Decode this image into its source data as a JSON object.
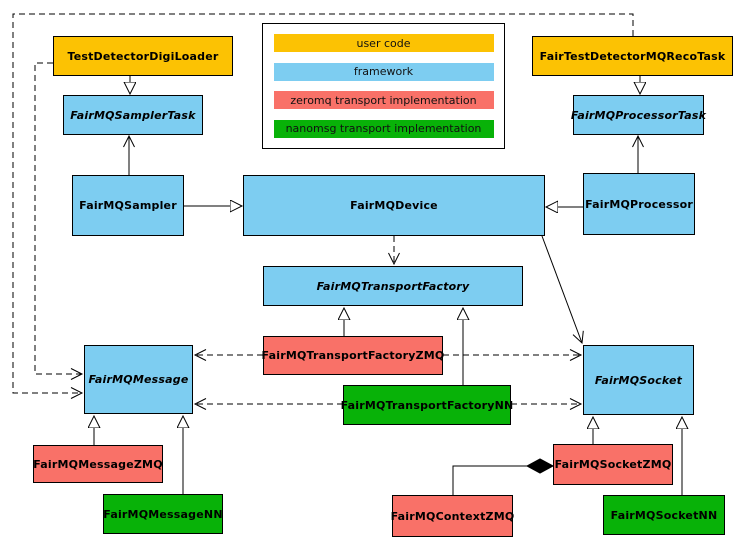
{
  "diagram": {
    "title": "FairMQ class diagram",
    "colors": {
      "user_code": "#fcc203",
      "framework": "#7dcdf1",
      "zeromq": "#f97168",
      "nanomsg": "#08b208",
      "border": "#000000",
      "background": "#ffffff"
    },
    "legend": {
      "items": [
        {
          "label": "user code",
          "color": "#fcc203"
        },
        {
          "label": "framework",
          "color": "#7dcdf1"
        },
        {
          "label": "zeromq transport implementation",
          "color": "#f97168"
        },
        {
          "label": "nanomsg transport implementation",
          "color": "#08b208"
        }
      ]
    },
    "nodes": {
      "digiloader": {
        "label": "TestDetectorDigiLoader",
        "category": "user code",
        "abstract": false
      },
      "recotask": {
        "label": "FairTestDetectorMQRecoTask",
        "category": "user code",
        "abstract": false
      },
      "samplertask": {
        "label": "FairMQSamplerTask",
        "category": "framework",
        "abstract": true
      },
      "processortask": {
        "label": "FairMQProcessorTask",
        "category": "framework",
        "abstract": true
      },
      "sampler": {
        "label": "FairMQSampler",
        "category": "framework",
        "abstract": false
      },
      "device": {
        "label": "FairMQDevice",
        "category": "framework",
        "abstract": false
      },
      "processor": {
        "label": "FairMQProcessor",
        "category": "framework",
        "abstract": false
      },
      "factory": {
        "label": "FairMQTransportFactory",
        "category": "framework",
        "abstract": true
      },
      "factoryzmq": {
        "label": "FairMQTransportFactoryZMQ",
        "category": "zeromq transport implementation",
        "abstract": false
      },
      "factorynn": {
        "label": "FairMQTransportFactoryNN",
        "category": "nanomsg transport implementation",
        "abstract": false
      },
      "message": {
        "label": "FairMQMessage",
        "category": "framework",
        "abstract": true
      },
      "socket": {
        "label": "FairMQSocket",
        "category": "framework",
        "abstract": true
      },
      "messagezmq": {
        "label": "FairMQMessageZMQ",
        "category": "zeromq transport implementation",
        "abstract": false
      },
      "messagenn": {
        "label": "FairMQMessageNN",
        "category": "nanomsg transport implementation",
        "abstract": false
      },
      "contextzmq": {
        "label": "FairMQContextZMQ",
        "category": "zeromq transport implementation",
        "abstract": false
      },
      "socketzmq": {
        "label": "FairMQSocketZMQ",
        "category": "zeromq transport implementation",
        "abstract": false
      },
      "socketnn": {
        "label": "FairMQSocketNN",
        "category": "nanomsg transport implementation",
        "abstract": false
      }
    },
    "edges": [
      {
        "from": "TestDetectorDigiLoader",
        "to": "FairMQSamplerTask",
        "style": "solid",
        "head": "hollow-triangle"
      },
      {
        "from": "FairTestDetectorMQRecoTask",
        "to": "FairMQProcessorTask",
        "style": "solid",
        "head": "hollow-triangle"
      },
      {
        "from": "FairMQSampler",
        "to": "FairMQSamplerTask",
        "style": "solid",
        "head": "open-vee"
      },
      {
        "from": "FairMQProcessor",
        "to": "FairMQProcessorTask",
        "style": "solid",
        "head": "open-vee"
      },
      {
        "from": "FairMQSampler",
        "to": "FairMQDevice",
        "style": "solid",
        "head": "hollow-triangle"
      },
      {
        "from": "FairMQProcessor",
        "to": "FairMQDevice",
        "style": "solid",
        "head": "hollow-triangle"
      },
      {
        "from": "FairMQDevice",
        "to": "FairMQTransportFactory",
        "style": "dashed",
        "head": "open-vee"
      },
      {
        "from": "FairMQDevice",
        "to": "FairMQSocket",
        "style": "solid",
        "head": "open-vee"
      },
      {
        "from": "FairMQTransportFactoryZMQ",
        "to": "FairMQTransportFactory",
        "style": "solid",
        "head": "hollow-triangle"
      },
      {
        "from": "FairMQTransportFactoryNN",
        "to": "FairMQTransportFactory",
        "style": "solid",
        "head": "hollow-triangle"
      },
      {
        "from": "FairMQTransportFactoryZMQ",
        "to": "FairMQMessage",
        "style": "dashed",
        "head": "open-vee"
      },
      {
        "from": "FairMQTransportFactoryZMQ",
        "to": "FairMQSocket",
        "style": "dashed",
        "head": "open-vee"
      },
      {
        "from": "FairMQTransportFactoryNN",
        "to": "FairMQMessage",
        "style": "dashed",
        "head": "open-vee"
      },
      {
        "from": "FairMQTransportFactoryNN",
        "to": "FairMQSocket",
        "style": "dashed",
        "head": "open-vee"
      },
      {
        "from": "TestDetectorDigiLoader",
        "to": "FairMQMessage",
        "style": "dashed",
        "head": "open-vee"
      },
      {
        "from": "FairTestDetectorMQRecoTask",
        "to": "FairMQMessage",
        "style": "dashed",
        "head": "open-vee"
      },
      {
        "from": "FairMQMessageZMQ",
        "to": "FairMQMessage",
        "style": "solid",
        "head": "hollow-triangle"
      },
      {
        "from": "FairMQMessageNN",
        "to": "FairMQMessage",
        "style": "solid",
        "head": "hollow-triangle"
      },
      {
        "from": "FairMQSocketZMQ",
        "to": "FairMQSocket",
        "style": "solid",
        "head": "hollow-triangle"
      },
      {
        "from": "FairMQSocketNN",
        "to": "FairMQSocket",
        "style": "solid",
        "head": "hollow-triangle"
      },
      {
        "from": "FairMQContextZMQ",
        "to": "FairMQSocketZMQ",
        "style": "solid",
        "head": "filled-diamond"
      }
    ]
  }
}
